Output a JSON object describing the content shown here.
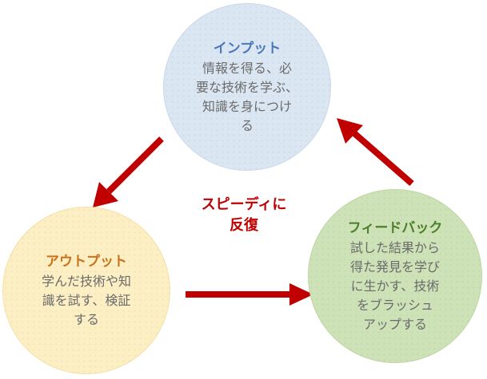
{
  "nodes": {
    "input": {
      "title": "インプット",
      "body": "情報を得る、必\n要な技術を学ぶ、\n知識を身につけ\nる"
    },
    "output": {
      "title": "アウトプット",
      "body": "学んだ技術や知\n識を試す、検証\nする"
    },
    "feedback": {
      "title": "フィードバック",
      "body": "試した結果から\n得た発見を学び\nに生かす、技術\nをブラッシュ\nアップする"
    }
  },
  "center": {
    "label": "スピーディに\n反復"
  },
  "colors": {
    "arrow": "#c00000",
    "input_fill": "#dbe6f3",
    "output_fill": "#fdefc4",
    "feedback_fill": "#cde2b7"
  }
}
